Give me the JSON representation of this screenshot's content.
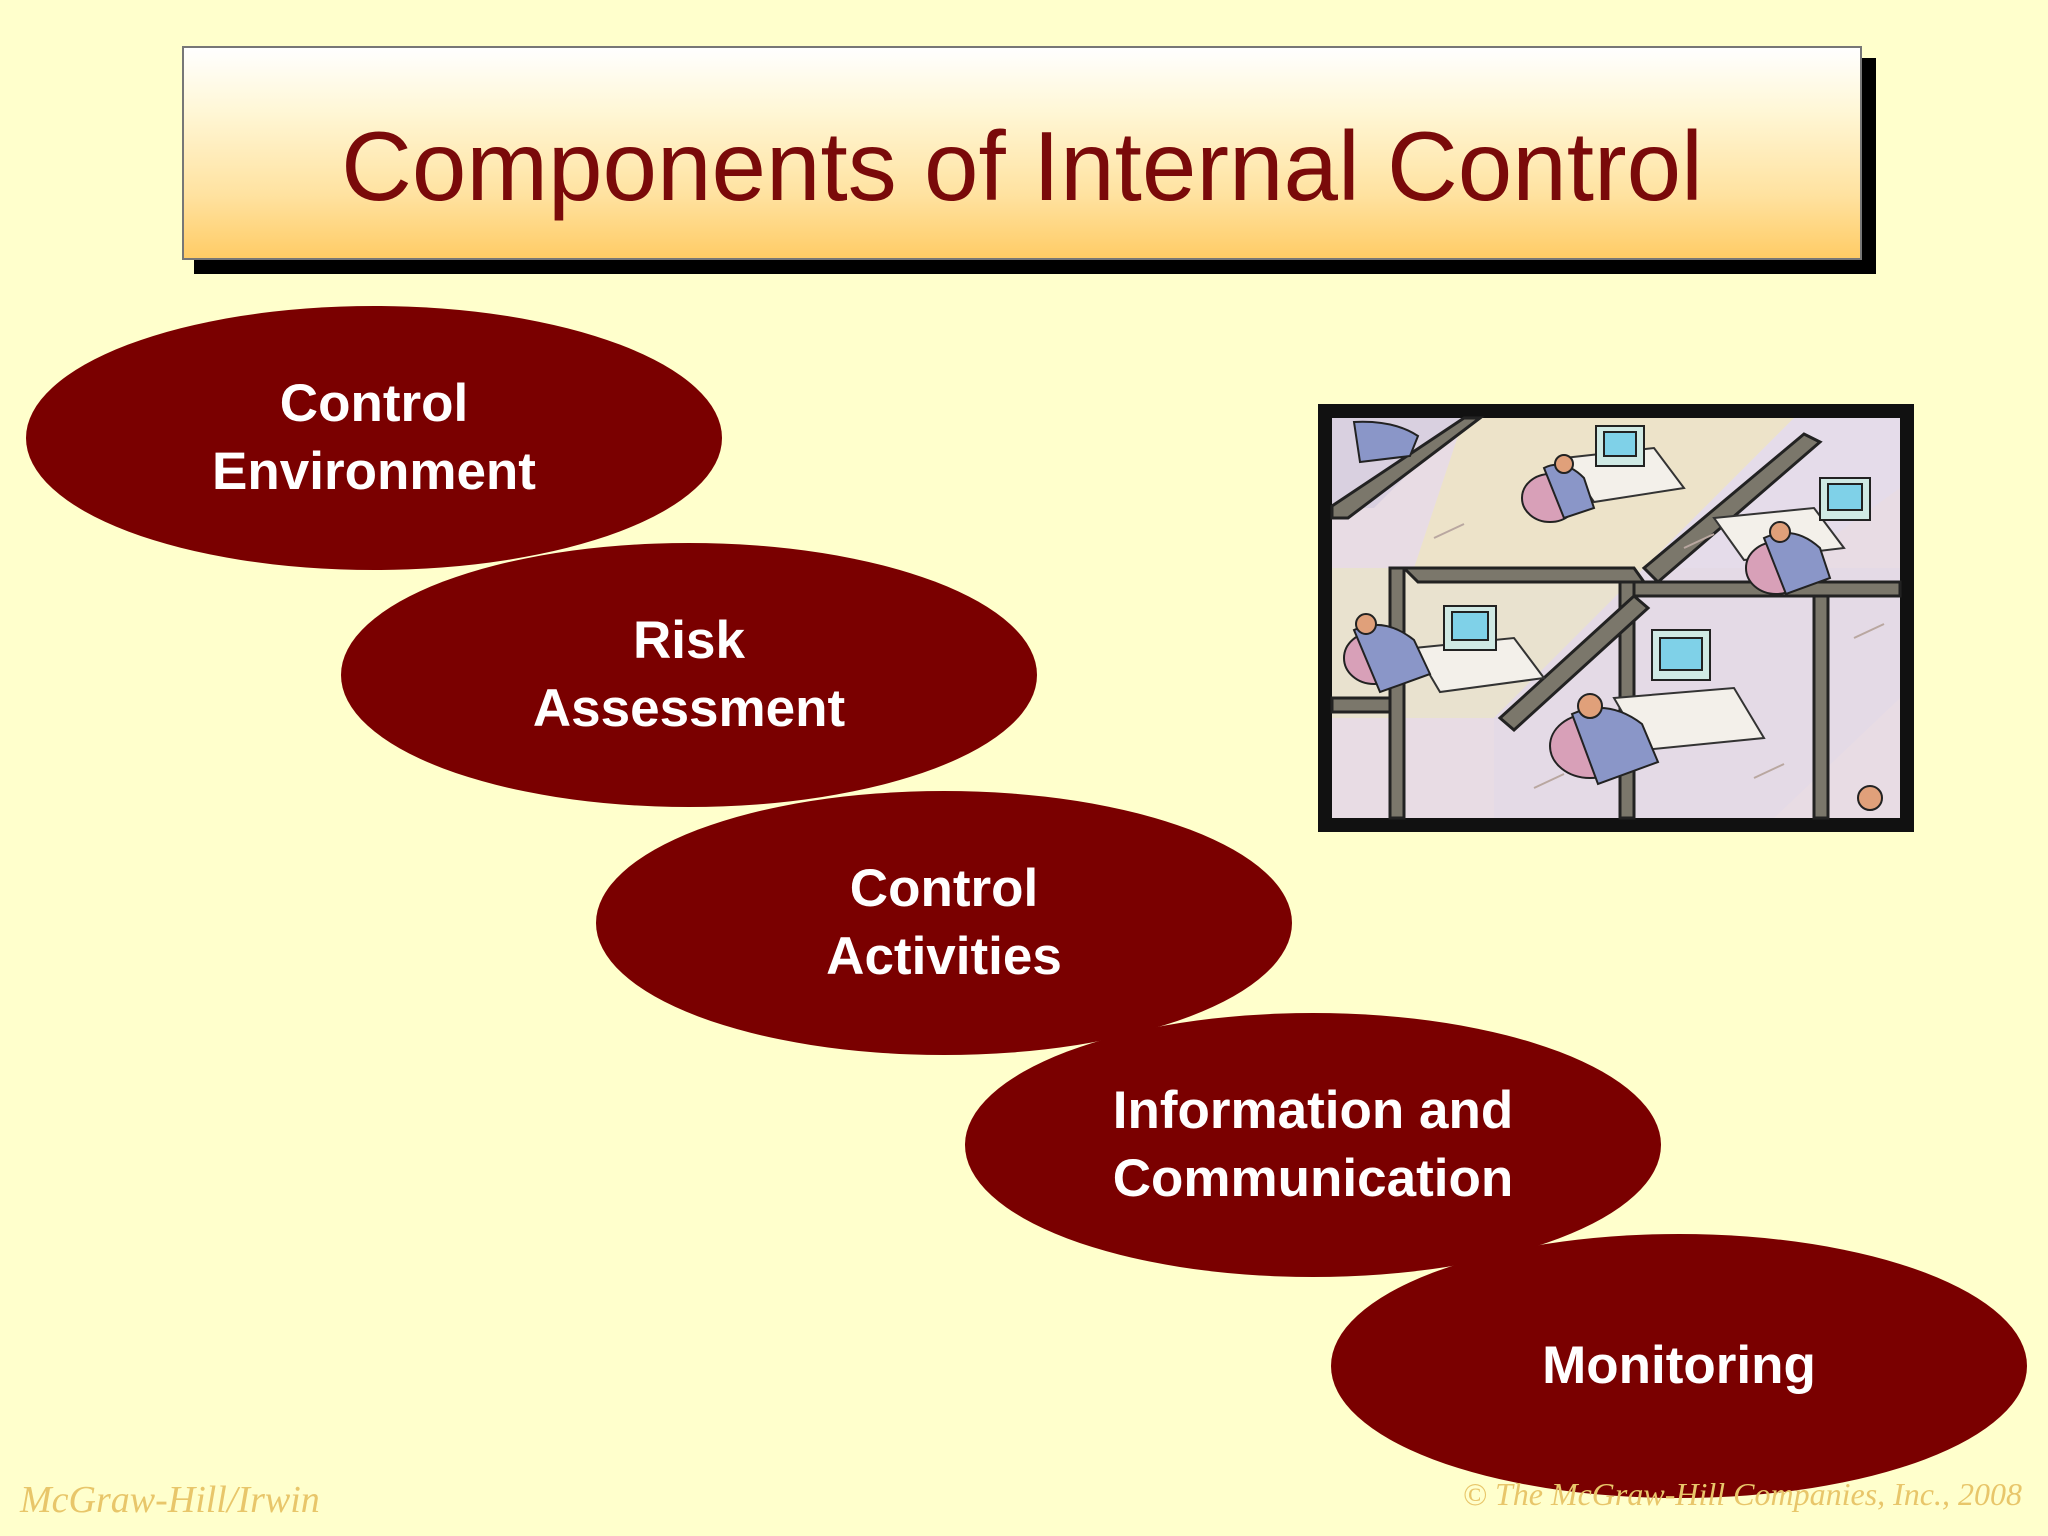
{
  "slide": {
    "title": "Components of Internal Control",
    "components": [
      {
        "line1": "Control",
        "line2": "Environment"
      },
      {
        "line1": "Risk",
        "line2": "Assessment"
      },
      {
        "line1": "Control",
        "line2": "Activities"
      },
      {
        "line1": "Information and",
        "line2": "Communication"
      },
      {
        "line1": "Monitoring",
        "line2": ""
      }
    ],
    "footer_left": "McGraw-Hill/Irwin",
    "footer_right": "© The McGraw-Hill Companies, Inc., 2008"
  },
  "colors": {
    "background": "#FFFFCC",
    "title_text": "#7A0A0A",
    "ellipse_fill": "#7A0000",
    "ellipse_text": "#FFFFFF",
    "footer_text": "#E8C66A"
  },
  "illustration": {
    "icon": "office-cubicles-clipart-icon"
  }
}
